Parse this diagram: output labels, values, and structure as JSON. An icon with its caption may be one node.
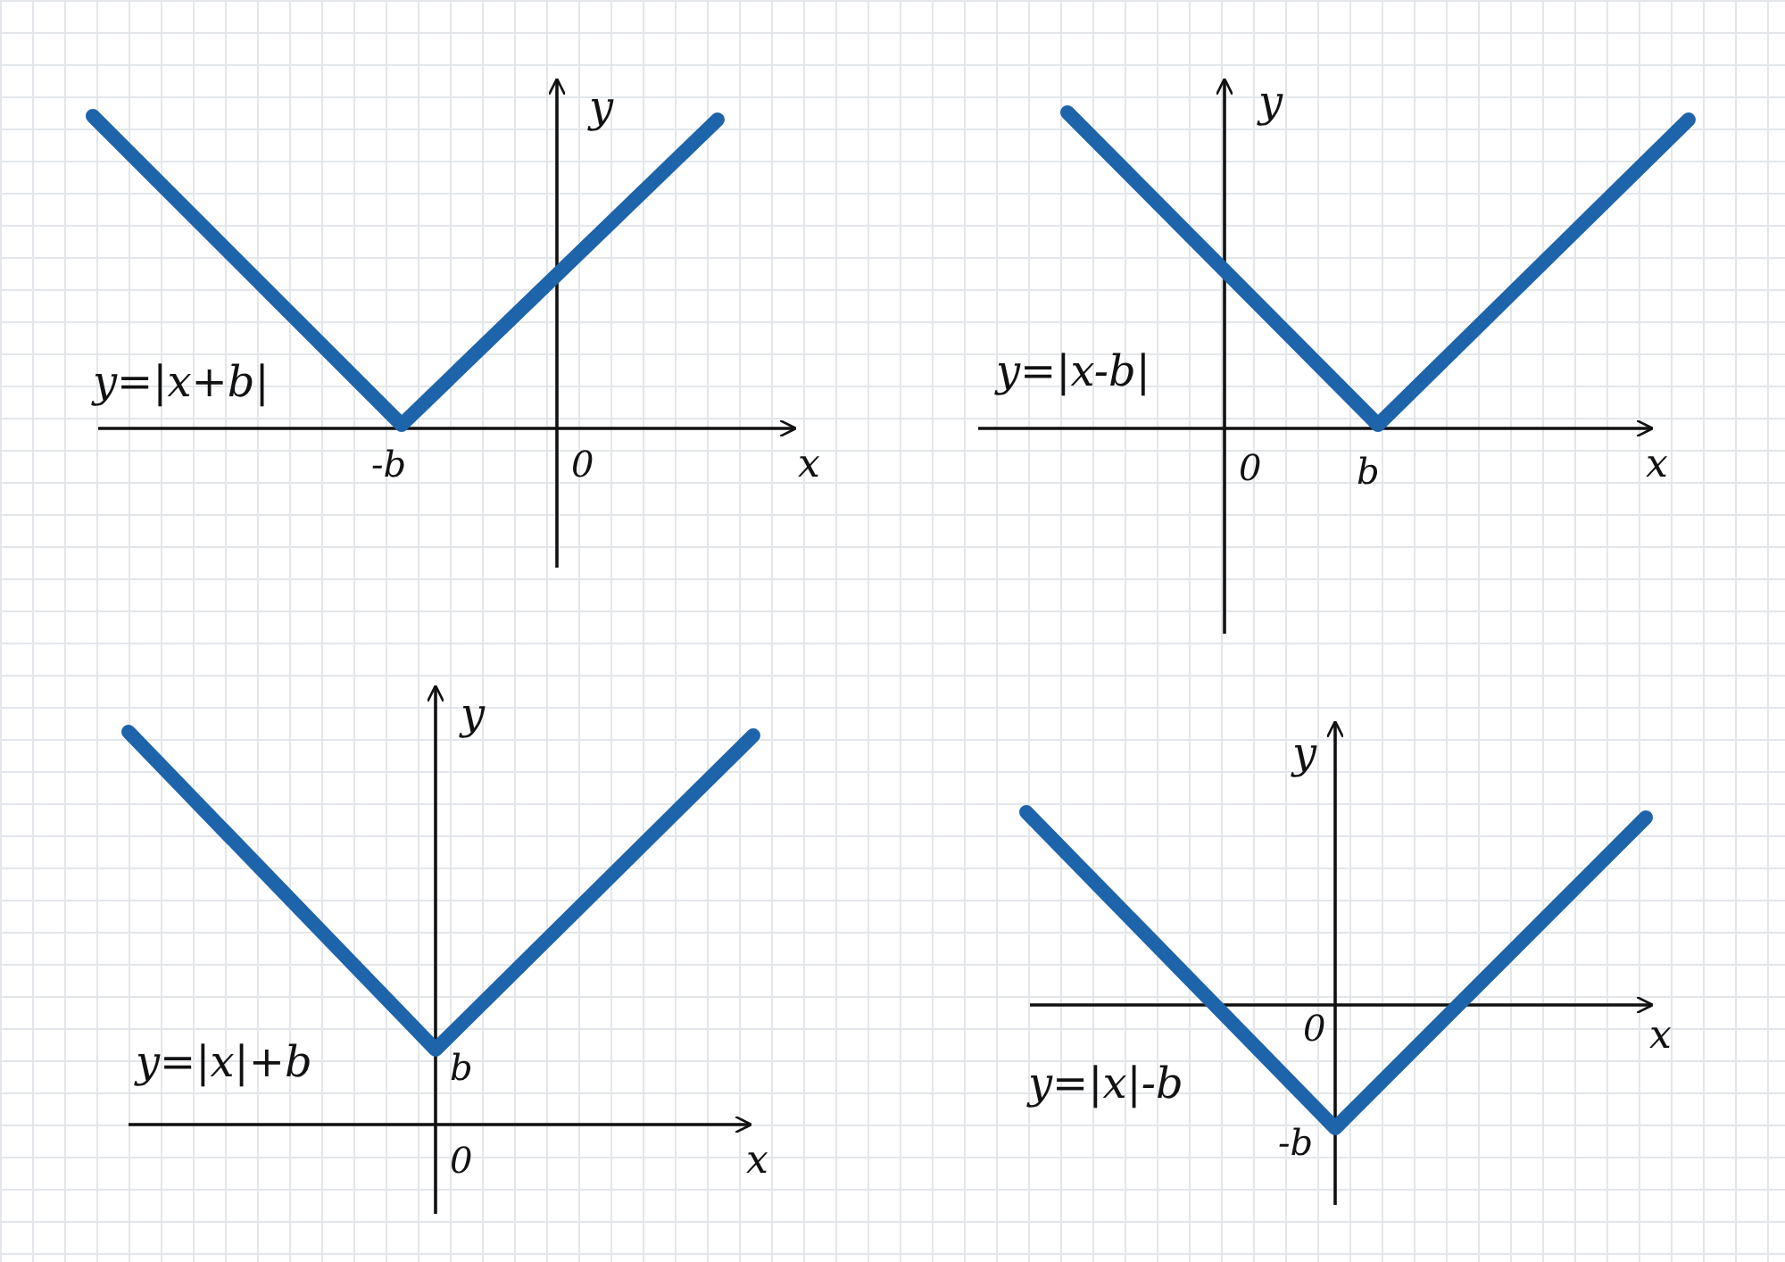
{
  "diagram": {
    "labels": [
      "y",
      "y=|x+b|",
      "-b",
      "0",
      "x",
      "y",
      "y=|x-b|",
      "0",
      "b",
      "x",
      "y",
      "b",
      "y=|x|+b",
      "0",
      "x",
      "y",
      "0",
      "x",
      "y=|x|-b",
      "-b"
    ]
  }
}
